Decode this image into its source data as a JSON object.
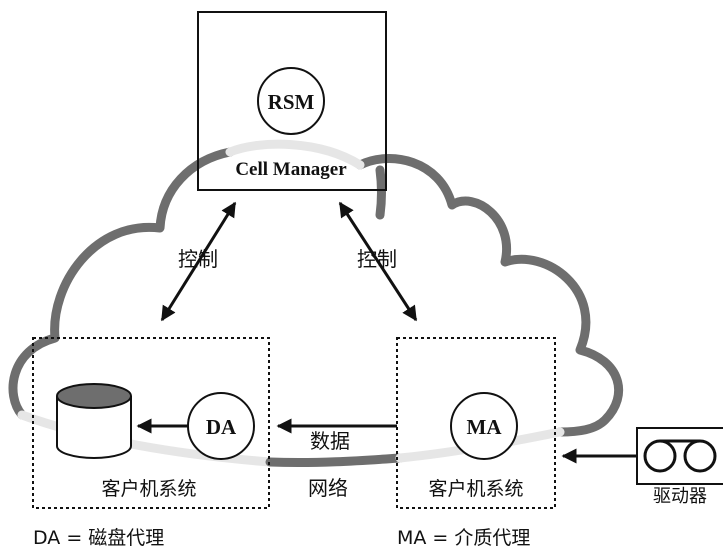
{
  "cell_manager": {
    "title": "Cell Manager",
    "rsm": "RSM"
  },
  "left_client": {
    "agent": "DA",
    "label": "客户机系统"
  },
  "right_client": {
    "agent": "MA",
    "label": "客户机系统"
  },
  "control_left": "控制",
  "control_right": "控制",
  "data_label": "数据",
  "network_label": "网络",
  "drive_label": "驱动器",
  "legend": {
    "da": "DA = 磁盘代理",
    "ma": "MA = 介质代理"
  },
  "colors": {
    "cloud_dark": "#6e6e6e",
    "cloud_light": "#e6e6e6",
    "arrow": "#111111"
  }
}
